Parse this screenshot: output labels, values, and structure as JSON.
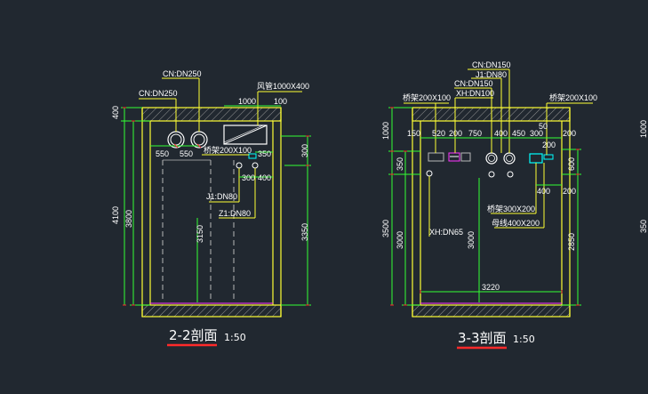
{
  "sections": [
    {
      "title": "2-2剖面",
      "scale": "1:50",
      "top_labels": [
        "CN:DN250",
        "CN:DN250",
        "风管1000X400",
        "1000",
        "100"
      ],
      "dims": [
        "400",
        "4100",
        "3800",
        "550",
        "550",
        "3150",
        "3350",
        "300",
        "350",
        "300",
        "400"
      ],
      "labels": [
        "桥架200X100",
        "J1:DN80",
        "Z1:DN80"
      ]
    },
    {
      "title": "3-3剖面",
      "scale": "1:50",
      "top_labels": [
        "CN:DN150",
        "J1:DN80",
        "CN:DN150",
        "XH:DN100",
        "桥架200X100",
        "桥架200X100"
      ],
      "dims": [
        "1000",
        "150",
        "520",
        "200",
        "750",
        "400",
        "450",
        "300",
        "200",
        "50",
        "200",
        "350",
        "600",
        "400",
        "200",
        "3500",
        "3000",
        "3000",
        "2850",
        "3220"
      ],
      "labels": [
        "XH:DN65",
        "桥架300X200",
        "母线400X200"
      ]
    }
  ],
  "edge_dims": [
    "1000",
    "350"
  ],
  "colors": {
    "background": "#212830",
    "wall": "#ffff33",
    "dim": "#33ff33",
    "leader": "#ffff33",
    "red": "#ff2a2a",
    "cyan": "#00ffff",
    "magenta": "#ff33ff",
    "grey": "#b8b8b8"
  }
}
